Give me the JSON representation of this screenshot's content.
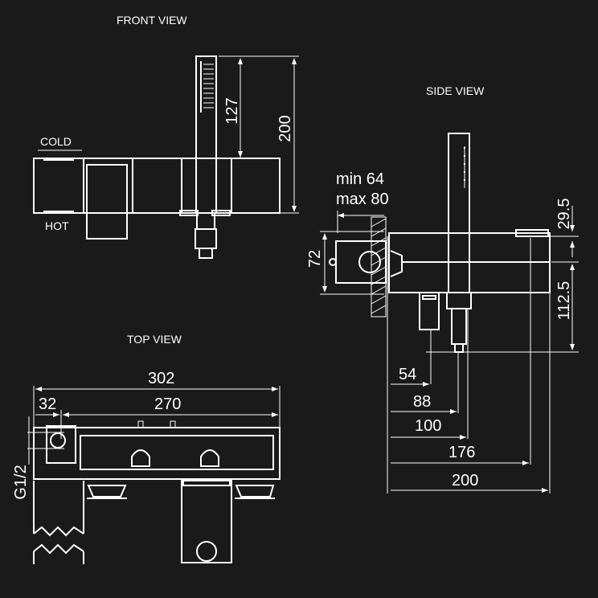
{
  "views": {
    "front": "FRONT VIEW",
    "side": "SIDE VIEW",
    "top": "TOP VIEW"
  },
  "labels": {
    "cold": "COLD",
    "hot": "HOT",
    "min": "min 64",
    "max": "max 80",
    "thread": "G1/2"
  },
  "dims": {
    "d127": "127",
    "d200v": "200",
    "d29_5": "29.5",
    "d72": "72",
    "d112_5": "112.5",
    "d54": "54",
    "d88": "88",
    "d100": "100",
    "d176": "176",
    "d200h": "200",
    "d302": "302",
    "d32": "32",
    "d270": "270"
  },
  "colors": {
    "background": "#1a1a1a",
    "line": "#ffffff"
  }
}
